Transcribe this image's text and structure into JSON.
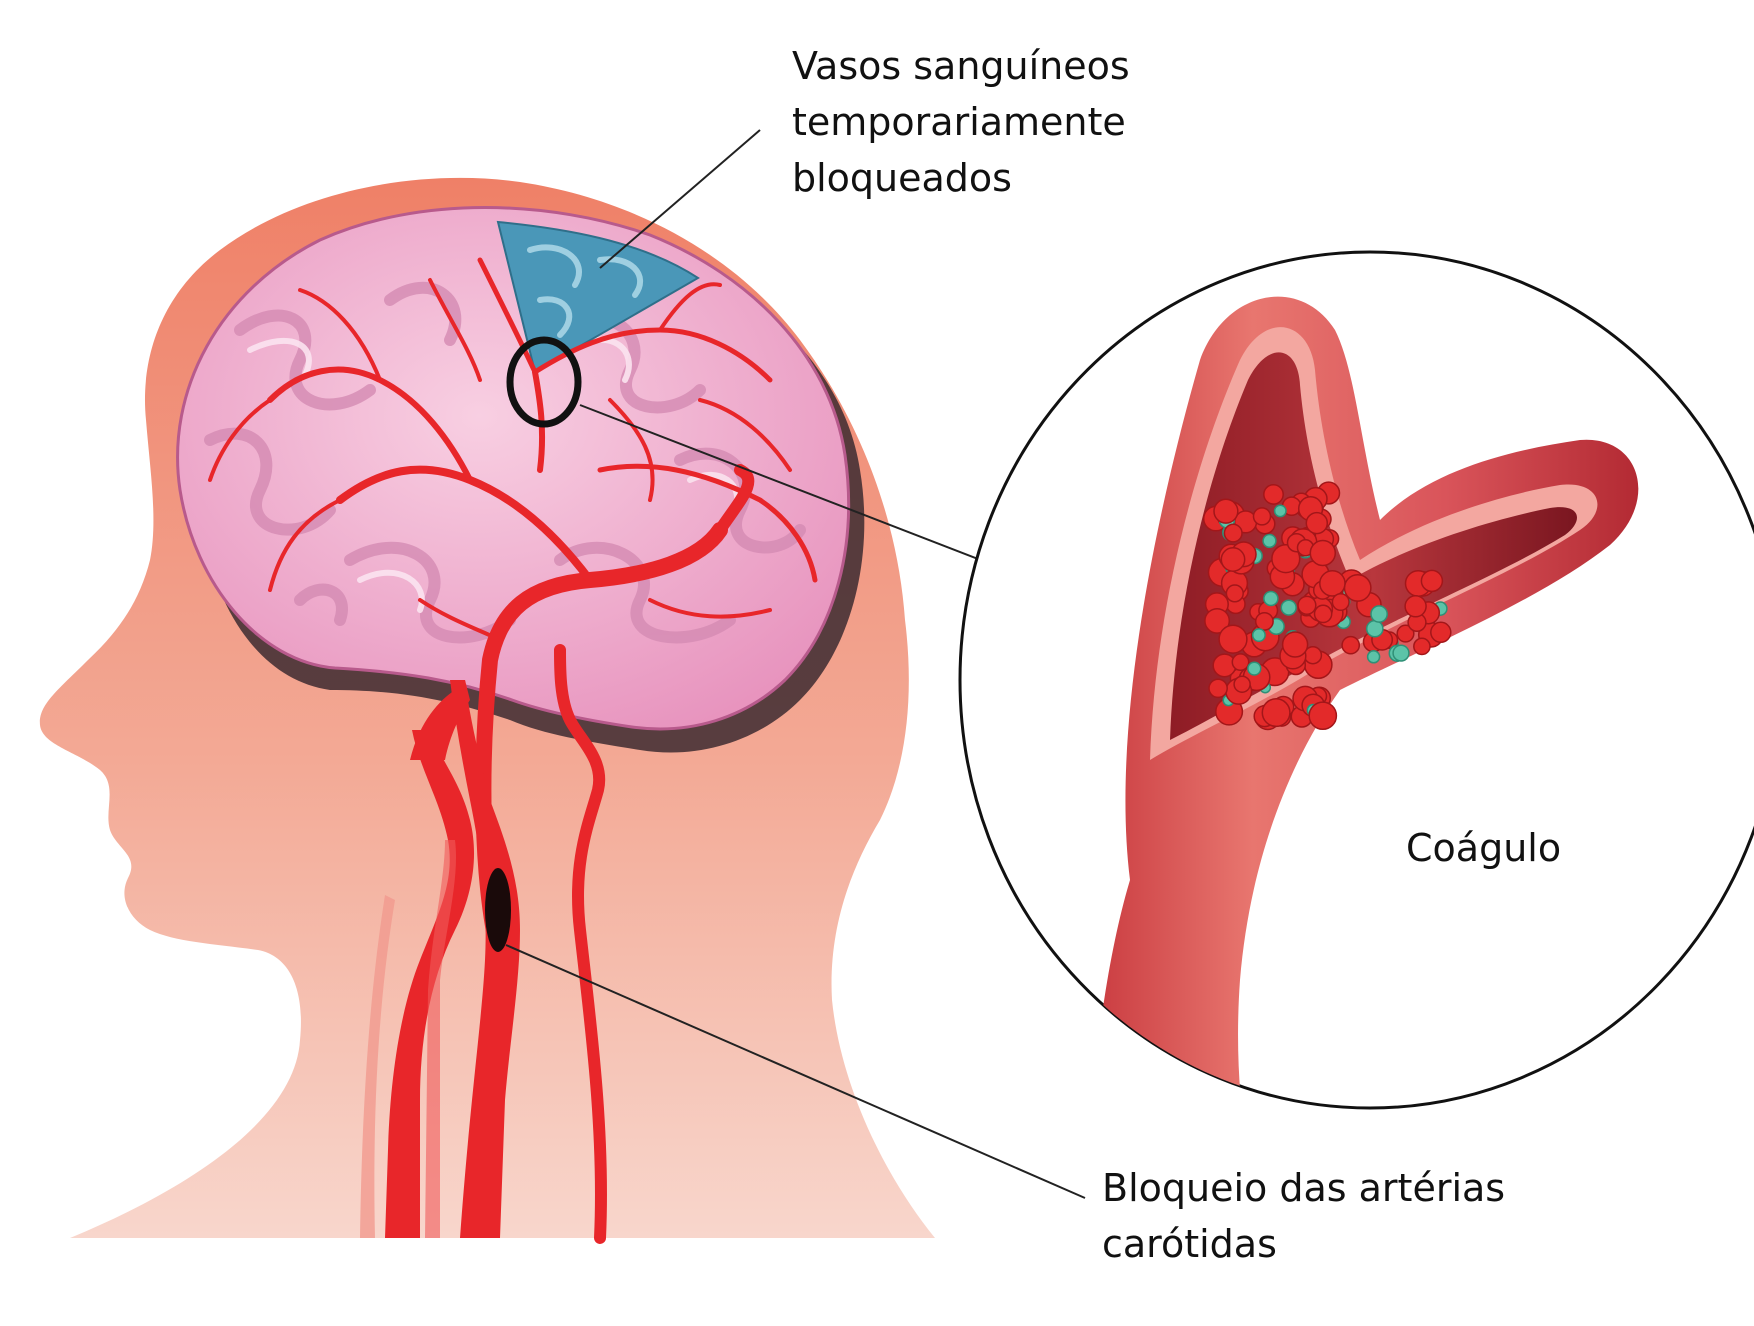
{
  "labels": {
    "blocked_vessels": "Vasos sanguíneos\ntemporariamente\nbloqueados",
    "clot": "Coágulo",
    "carotid_blockage": "Bloqueio das artérias\ncarótidas"
  },
  "colors": {
    "head": "#f08a76",
    "brain": "#f1b5d3",
    "blocked_region": "#3e8fb0",
    "artery": "#e8262a",
    "vessel_wall": "#e06060",
    "red_cell": "#e32a2a",
    "platelet": "#5cc3a8"
  }
}
